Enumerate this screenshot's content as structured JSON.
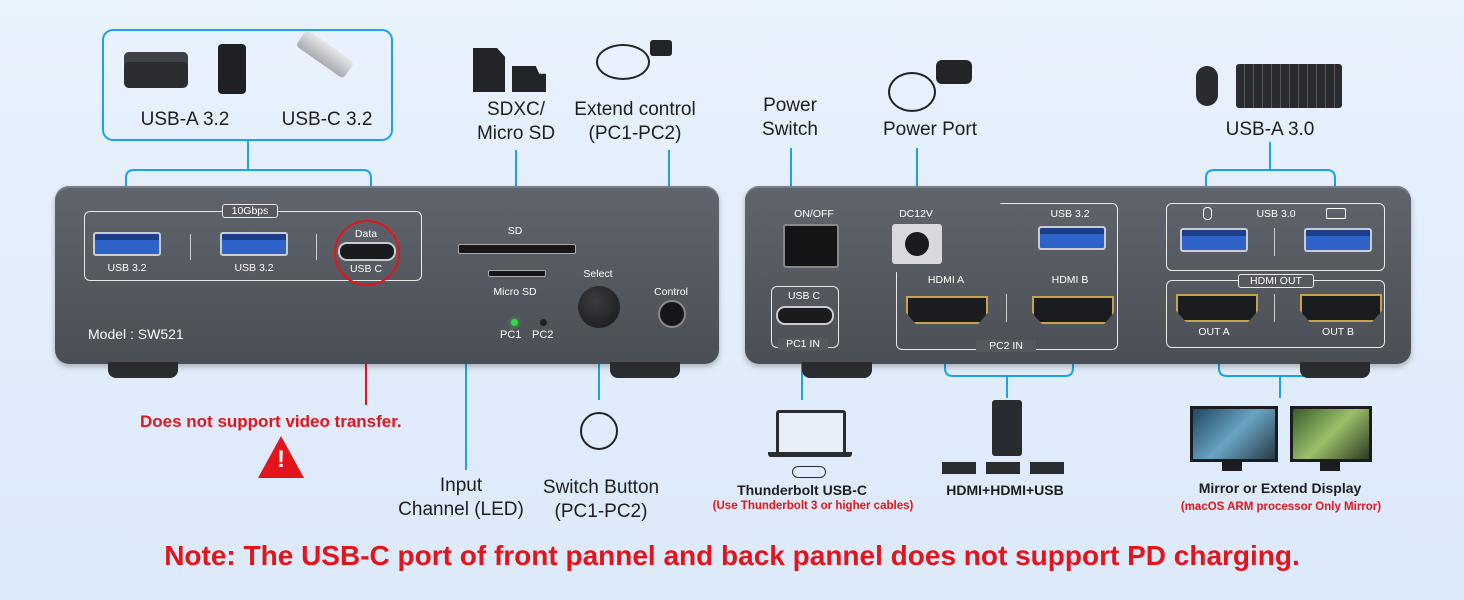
{
  "front": {
    "usb_a_label": "USB-A 3.2",
    "usb_c_label": "USB-C 3.2",
    "speed_badge": "10Gbps",
    "port1": "USB 3.2",
    "port2": "USB 3.2",
    "data_label": "Data",
    "port3": "USB C",
    "sd_label": "SD",
    "microsd_label": "Micro SD",
    "select_label": "Select",
    "control_label": "Control",
    "model": "Model : SW521",
    "pc1": "PC1",
    "pc2": "PC2",
    "sdxc_label": "SDXC/\nMicro SD",
    "extend_label": "Extend control\n(PC1-PC2)",
    "no_video": "Does not support video transfer.",
    "input_channel": "Input\nChannel (LED)",
    "switch_button": "Switch Button\n(PC1-PC2)"
  },
  "back": {
    "power_switch": "Power\nSwitch",
    "power_port": "Power Port",
    "usb_a_30": "USB-A 3.0",
    "on_off": "ON/OFF",
    "dc12v": "DC12V",
    "usb32": "USB 3.2",
    "usb30": "USB 3.0",
    "hdmi_a": "HDMI A",
    "hdmi_b": "HDMI B",
    "pc2_in": "PC2 IN",
    "usb_c": "USB C",
    "pc1_in": "PC1 IN",
    "hdmi_out": "HDMI OUT",
    "out_a": "OUT A",
    "out_b": "OUT B",
    "thunderbolt": "Thunderbolt USB-C",
    "thunderbolt_note": "(Use Thunderbolt 3 or higher cables)",
    "hdmi_hdmi_usb": "HDMI+HDMI+USB",
    "mirror_extend": "Mirror or Extend Display",
    "macos_note": "(macOS ARM processor Only Mirror)"
  },
  "note": "Note: The USB-C port of front pannel and back pannel does not support PD charging.",
  "colors": {
    "accent": "#1aa3e8",
    "warning": "#e3141b",
    "panel": "#55595f"
  }
}
